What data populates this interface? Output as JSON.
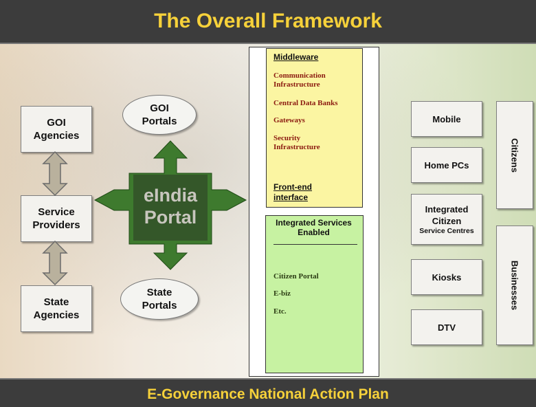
{
  "header": {
    "title": "The Overall Framework"
  },
  "footer": {
    "title": "E-Governance National Action Plan"
  },
  "left": {
    "goi_agencies": "GOI\nAgencies",
    "service_providers": "Service\nProviders",
    "state_agencies": "State\nAgencies"
  },
  "portals": {
    "goi": "GOI\nPortals",
    "state": "State\nPortals",
    "eindia": "eIndia\nPortal"
  },
  "middleware": {
    "title": "Middleware",
    "items": [
      "Communication\nInfrastructure",
      "Central Data Banks",
      "Gateways",
      "Security\nInfrastructure"
    ],
    "front_end": "Front-end\ninterface"
  },
  "integrated": {
    "title": "Integrated Services\nEnabled",
    "items": [
      "Citizen Portal",
      "E-biz",
      "Etc."
    ]
  },
  "channels": {
    "mobile": "Mobile",
    "home_pcs": "Home PCs",
    "icsc": "Integrated\nCitizen",
    "icsc_sub": "Service Centres",
    "kiosks": "Kiosks",
    "dtv": "DTV"
  },
  "audiences": {
    "citizens": "Citizens",
    "businesses": "Businesses"
  },
  "colors": {
    "header_bg": "#3c3c3c",
    "title_yellow": "#f6d13a",
    "middleware_yellow": "#fbf5a2",
    "services_green": "#c7f2a2",
    "arrow_green": "#3e7a2e"
  }
}
